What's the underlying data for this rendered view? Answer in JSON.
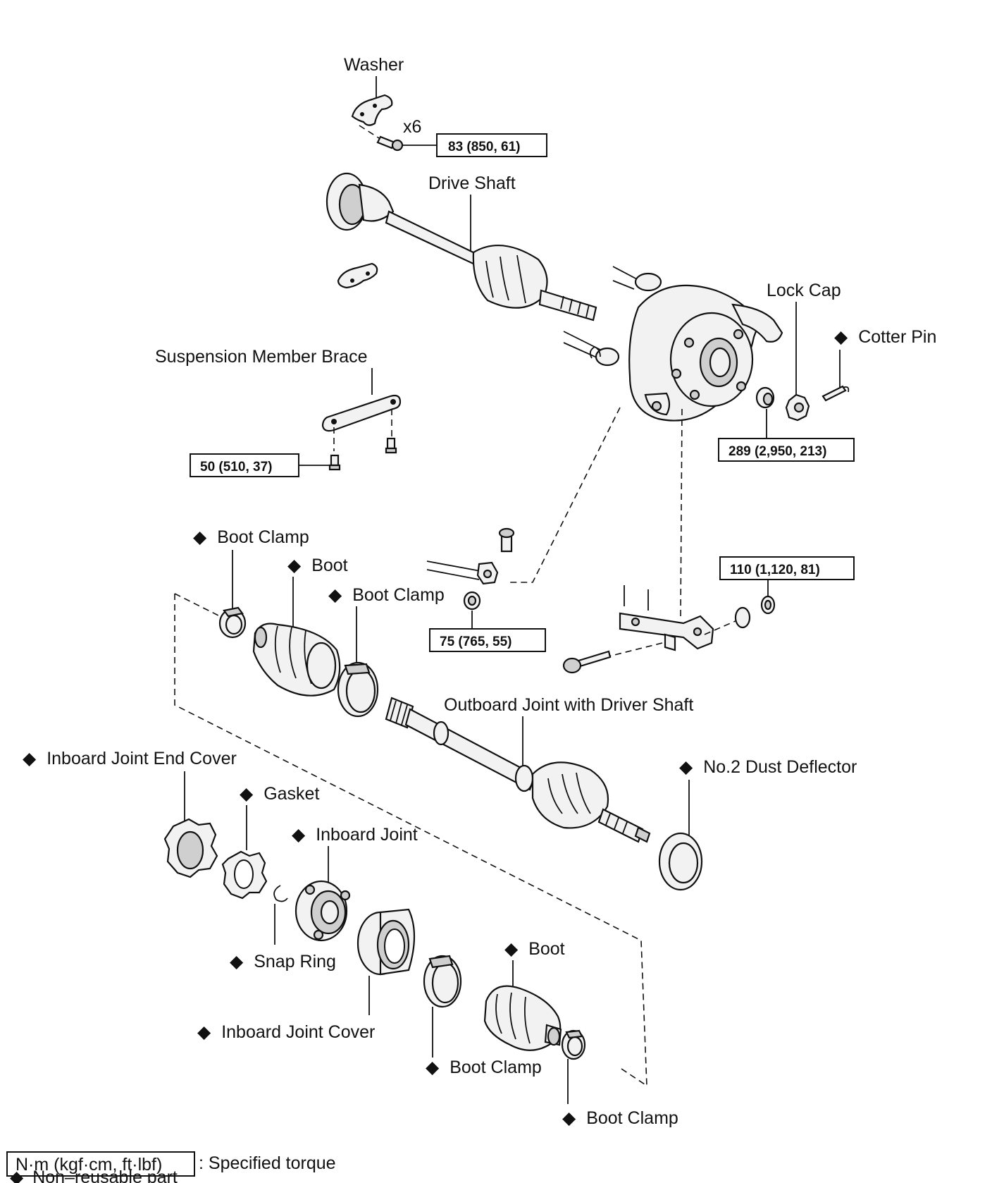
{
  "labels": {
    "washer": "Washer",
    "x6": "x6",
    "drive_shaft": "Drive Shaft",
    "lock_cap": "Lock Cap",
    "cotter_pin": "Cotter Pin",
    "suspension_member_brace": "Suspension Member Brace",
    "boot_clamp_1": "Boot Clamp",
    "boot_1": "Boot",
    "boot_clamp_2": "Boot Clamp",
    "outboard_joint": "Outboard Joint with Driver Shaft",
    "inboard_joint_end_cover": "Inboard Joint End Cover",
    "no2_dust_deflector": "No.2 Dust Deflector",
    "gasket": "Gasket",
    "inboard_joint": "Inboard Joint",
    "snap_ring": "Snap Ring",
    "boot_2": "Boot",
    "inboard_joint_cover": "Inboard Joint Cover",
    "boot_clamp_3": "Boot Clamp",
    "boot_clamp_4": "Boot Clamp"
  },
  "torque": {
    "washer_bolt": "83 (850, 61)",
    "hub_nut": "289 (2,950, 213)",
    "brace_bolt": "50 (510, 37)",
    "lower_arm_nut": "110 (1,120, 81)",
    "stabilizer_nut": "75 (765, 55)"
  },
  "legend": {
    "unit_box": "N·m (kgf·cm, ft·lbf)",
    "specified_torque": ": Specified torque",
    "non_reusable": "Non–reusable part"
  },
  "symbols": {
    "non_reusable_marker": "◆"
  },
  "colors": {
    "line": "#111111",
    "background": "#ffffff"
  }
}
